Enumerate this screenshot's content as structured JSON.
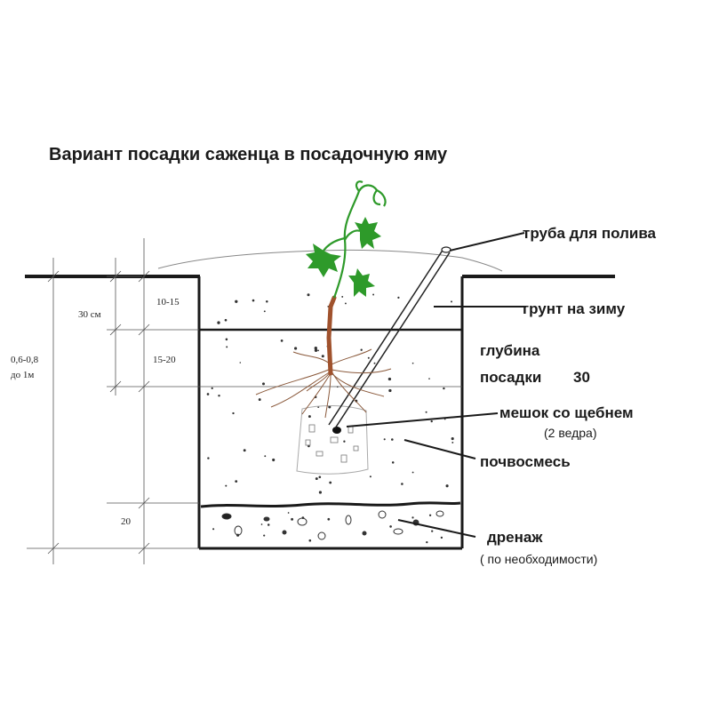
{
  "title": "Вариант посадки саженца в посадочную яму",
  "labels": {
    "pipe": "труба для полива",
    "winter_soil": "грунт на зиму",
    "depth_line1": "глубина",
    "depth_line2": "посадки",
    "depth_value": "30",
    "bag": "мешок со щебнем",
    "bag_note": "(2 ведра)",
    "soil_mix": "почвосмесь",
    "drainage": "дренаж",
    "drainage_note": "( по необходимости)"
  },
  "dimensions": {
    "total_line1": "0,6-0,8",
    "total_line2": "до 1м",
    "depth_30": "30 см",
    "top_layer": "10-15",
    "second_layer": "15-20",
    "drain_layer": "20"
  },
  "colors": {
    "line": "#1a1a1a",
    "leaf": "#2e9a2a",
    "stem": "#a0522d",
    "root": "#8b5a3c",
    "dim_line": "#555555"
  }
}
